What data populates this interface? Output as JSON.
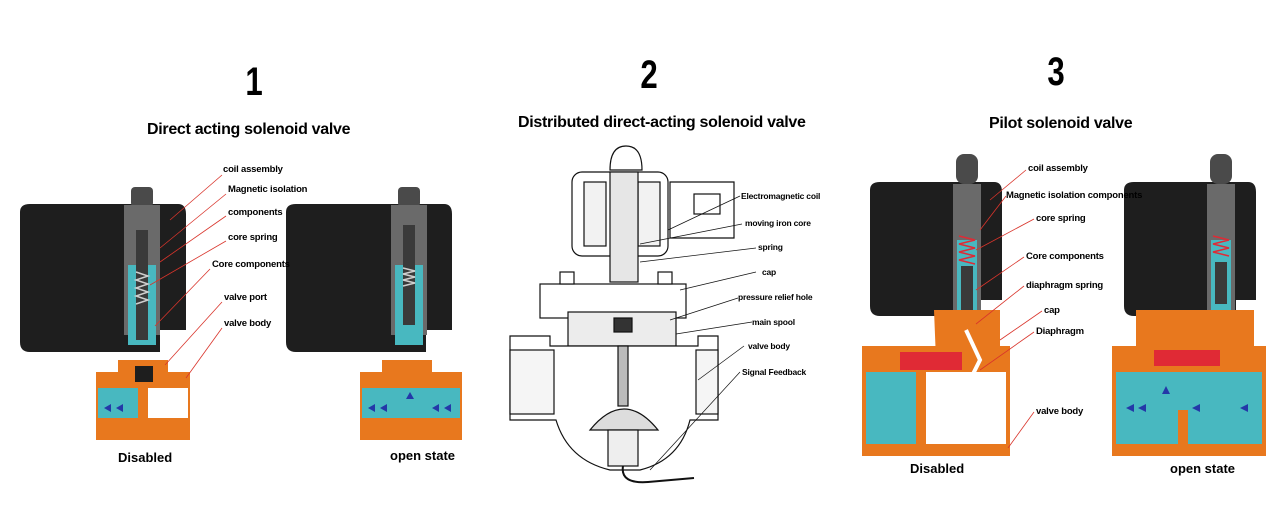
{
  "panels": [
    {
      "number": "1",
      "title": "Direct acting solenoid valve",
      "states": [
        "Disabled",
        "open state"
      ],
      "callouts": [
        "coil assembly",
        "Magnetic isolation",
        "components",
        "core spring",
        "Core components",
        "valve port",
        "valve body"
      ]
    },
    {
      "number": "2",
      "title": "Distributed direct-acting solenoid valve",
      "callouts": [
        "Electromagnetic coil",
        "moving iron core",
        "spring",
        "cap",
        "pressure relief hole",
        "main spool",
        "valve body",
        "Signal Feedback"
      ]
    },
    {
      "number": "3",
      "title": "Pilot solenoid valve",
      "states": [
        "Disabled",
        "open state"
      ],
      "callouts": [
        "coil assembly",
        "Magnetic isolation components",
        "core spring",
        "Core components",
        "diaphragm spring",
        "cap",
        "Diaphragm",
        "valve body"
      ]
    }
  ],
  "colors": {
    "coil": "#1e1e1e",
    "body": "#e8781e",
    "fluid": "#48b8c0",
    "core": "#5a5a5a",
    "diaphragm": "#e02a35",
    "arrow": "#2438a8",
    "leader": "#d9342b"
  }
}
